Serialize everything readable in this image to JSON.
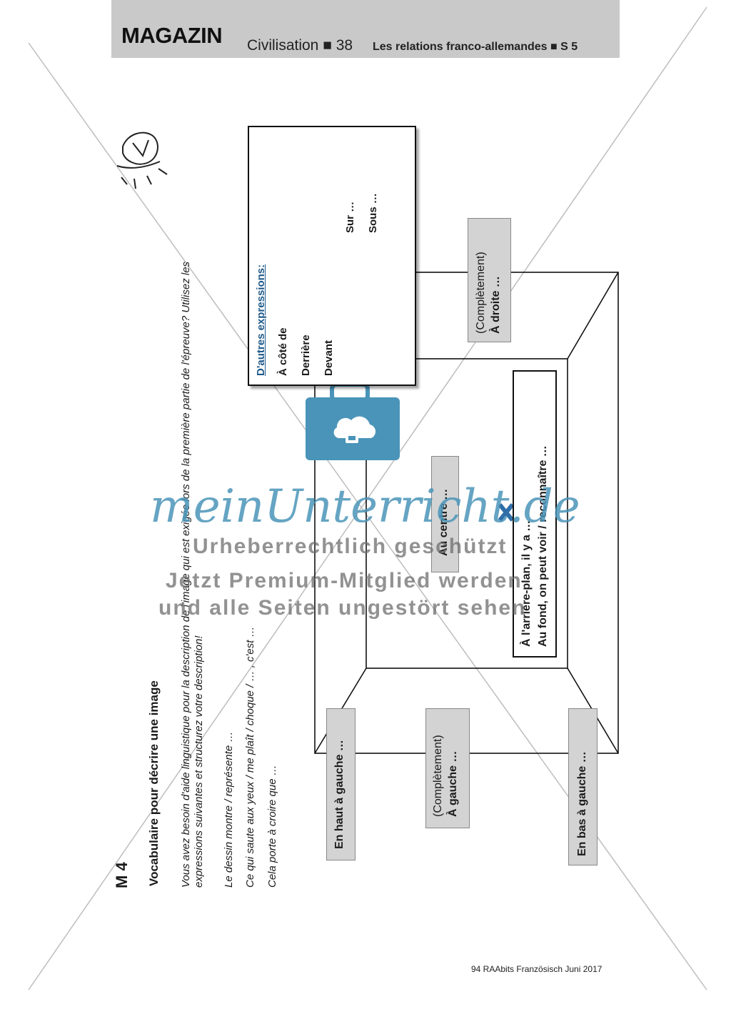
{
  "header": {
    "magazine": "MAGAZIN",
    "section": "Civilisation ■ 38",
    "topic": "Les relations franco-allemandes ■ S 5"
  },
  "worksheet": {
    "label": "M 4",
    "title": "Vocabulaire pour décrire une image",
    "intro_line1": "Vous avez besoin d'aide linguistique pour la description de l'image qui est exigée lors de la première partie de l'épreuve? Utilisez les",
    "intro_line2": "expressions suivantes et structurez votre description!",
    "expressions": [
      "Le dessin montre / représente …",
      "Ce qui saute aux yeux / me plaît / choque / … , c'est …",
      "Cela porte à croire que …"
    ]
  },
  "diagram": {
    "top_left": "En haut à gauche …",
    "left_note": "(Complètement)",
    "left": "À gauche …",
    "bottom_left": "En bas à gauche …",
    "center": "Au centre …",
    "back_line1": "À l'arrière-plan, il y a …",
    "back_line2": "Au fond, on peut voir / reconnaître …",
    "right_note": "(Complètement)",
    "right": "À droite …"
  },
  "other_expressions": {
    "heading": "D'autres expressions:",
    "items": [
      "À côté de",
      "Derrière",
      "Devant",
      "Sur …",
      "Sous …"
    ]
  },
  "watermark": {
    "brand": "meinUnterricht.de",
    "line1": "Urheberrechtlich geschützt",
    "line2": "Jetzt Premium-Mitglied werden",
    "line3": "und alle Seiten ungestört sehen"
  },
  "footer": "94 RAAbits Französisch Juni 2017"
}
